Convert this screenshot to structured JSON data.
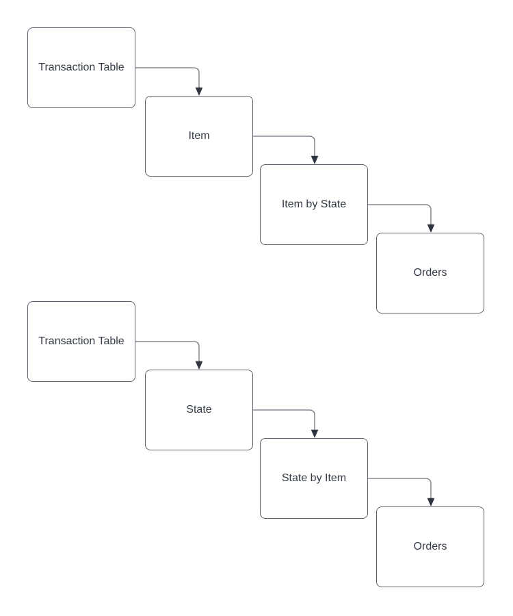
{
  "diagram": {
    "type": "flowchart",
    "colors": {
      "background": "#ffffff",
      "node_fill": "#ffffff",
      "node_border": "#59626c",
      "node_text": "#333a46",
      "connector_line": "#6e757e",
      "arrowhead_fill": "#2f3642"
    },
    "flows": [
      {
        "name": "top-flow",
        "nodes": [
          {
            "id": "transaction-table",
            "label": "Transaction Table"
          },
          {
            "id": "item",
            "label": "Item"
          },
          {
            "id": "item-by-state",
            "label": "Item by State"
          },
          {
            "id": "orders",
            "label": "Orders"
          }
        ],
        "edges": [
          {
            "from": "transaction-table",
            "to": "item"
          },
          {
            "from": "item",
            "to": "item-by-state"
          },
          {
            "from": "item-by-state",
            "to": "orders"
          }
        ]
      },
      {
        "name": "bottom-flow",
        "nodes": [
          {
            "id": "transaction-table",
            "label": "Transaction Table"
          },
          {
            "id": "state",
            "label": "State"
          },
          {
            "id": "state-by-item",
            "label": "State by Item"
          },
          {
            "id": "orders",
            "label": "Orders"
          }
        ],
        "edges": [
          {
            "from": "transaction-table",
            "to": "state"
          },
          {
            "from": "state",
            "to": "state-by-item"
          },
          {
            "from": "state-by-item",
            "to": "orders"
          }
        ]
      }
    ]
  }
}
